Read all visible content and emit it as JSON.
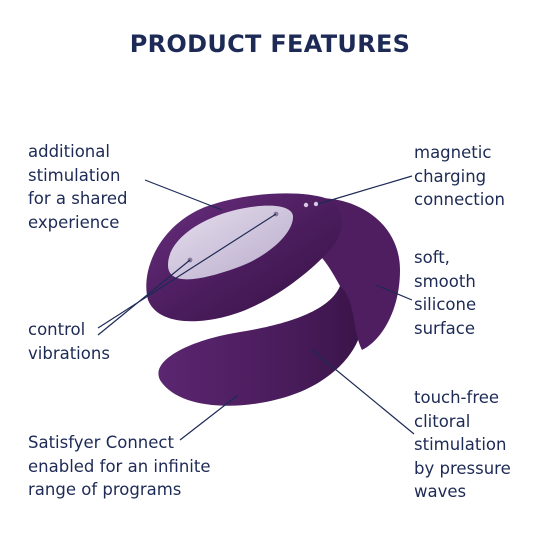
{
  "title": "PRODUCT FEATURES",
  "features": {
    "additional": "additional\nstimulation\nfor a shared\nexperience",
    "control": "control\nvibrations",
    "connect": "Satisfyer Connect\nenabled for an infinite\nrange of programs",
    "magnetic": "magnetic\ncharging\nconnection",
    "soft": "soft,\nsmooth\nsilicone\nsurface",
    "touchfree": "touch-free\nclitoral\nstimulation\nby pressure\nwaves"
  },
  "colors": {
    "text": "#1d2a55",
    "device": "#4a1c5c",
    "panel": "#c8bcd6"
  }
}
